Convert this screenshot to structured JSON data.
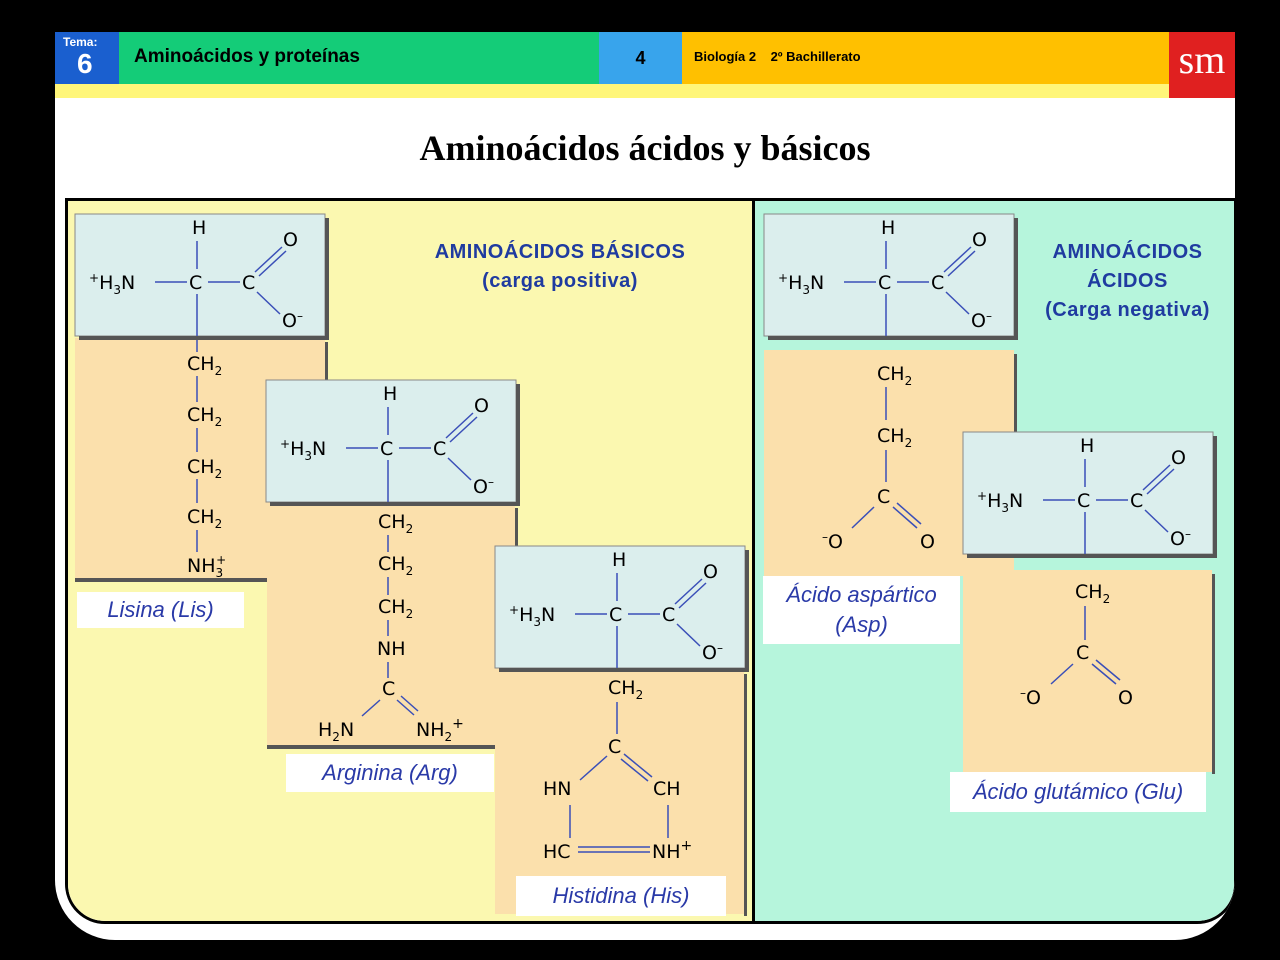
{
  "header": {
    "tema_word": "Tema:",
    "tema_number": "6",
    "topic": "Aminoácidos y proteínas",
    "page_number": "4",
    "course": "Biología 2    2º Bachillerato",
    "logo": "sm"
  },
  "title": "Aminoácidos ácidos y básicos",
  "basic": {
    "heading_line1": "AMINOÁCIDOS BÁSICOS",
    "heading_line2": "(carga positiva)"
  },
  "acid": {
    "heading_line1": "AMINOÁCIDOS",
    "heading_line2": "ÁCIDOS",
    "heading_line3": "(Carga negativa)"
  },
  "amino_acids": {
    "lysine": {
      "name": "Lisina (Lis)",
      "chain": [
        "CH2",
        "CH2",
        "CH2",
        "CH2",
        "NH3+"
      ]
    },
    "arginine": {
      "name": "Arginina (Arg)",
      "chain": [
        "CH2",
        "CH2",
        "CH2",
        "NH",
        "C",
        "H2N",
        "NH2+"
      ]
    },
    "histidine": {
      "name": "Histidina (His)",
      "chain": [
        "CH2",
        "C",
        "HN",
        "CH",
        "HC",
        "NH+"
      ]
    },
    "aspartic": {
      "name_line1": "Ácido aspártico",
      "name_line2": "(Asp)",
      "chain": [
        "CH2",
        "CH2",
        "C",
        "-O",
        "O"
      ]
    },
    "glutamic": {
      "name": "Ácido glutámico (Glu)",
      "chain": [
        "CH2",
        "C",
        "-O",
        "O"
      ]
    }
  },
  "common_group": {
    "h": "H",
    "amine": "+H3N",
    "c": "C",
    "o": "O",
    "o_minus": "O-"
  },
  "colors": {
    "tema_blue": "#1a5fcf",
    "topic_green": "#14cc78",
    "number_blue": "#38a4ec",
    "course_yellow": "#ffc000",
    "logo_red": "#e02020",
    "basic_panel": "#fbf8b0",
    "acid_panel": "#b6f5dc",
    "amino_box": "#dbeeed",
    "side_chain_box": "#fbe0ac",
    "heading_blue": "#1f3ba0",
    "bond_blue": "#3a4fb8"
  }
}
